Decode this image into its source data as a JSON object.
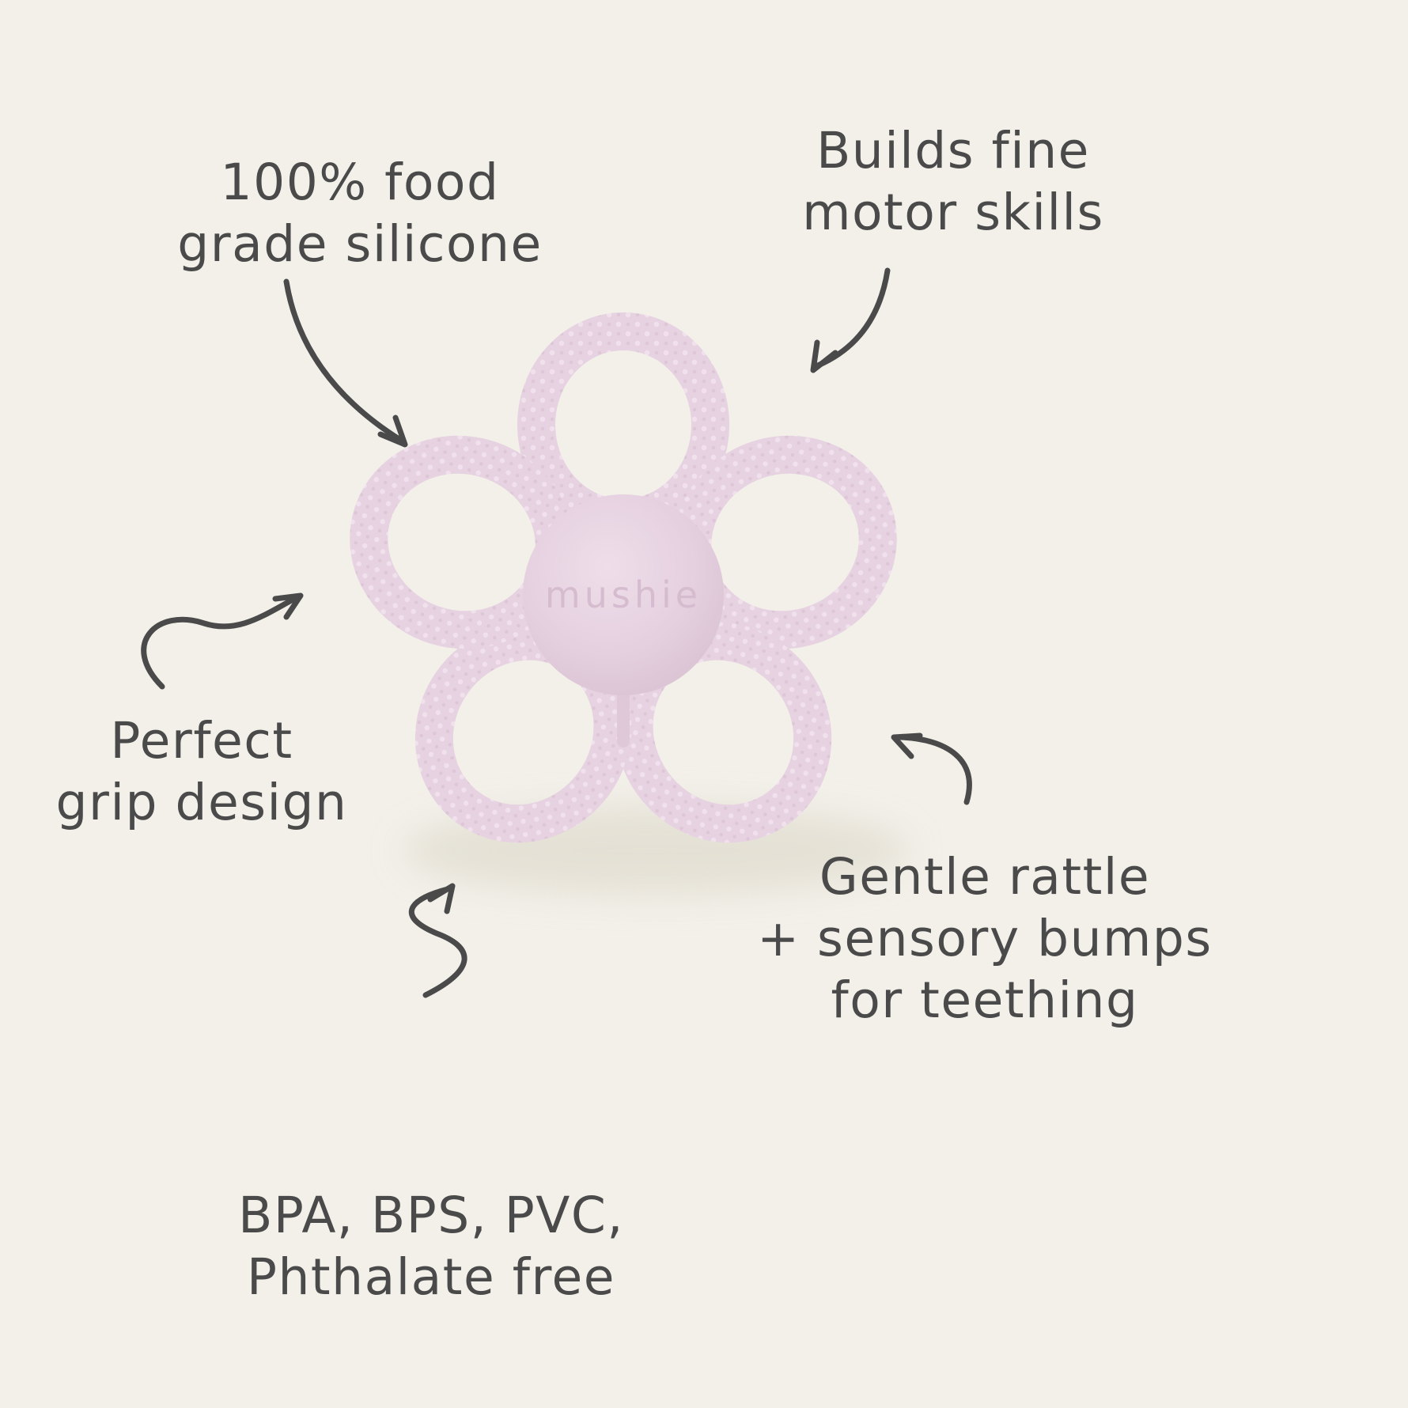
{
  "background_color": "#f2f0e9",
  "text_color": "#4a4a4a",
  "arrow_color": "#4a4a4a",
  "product": {
    "brand": "mushie",
    "petal_color": "#e6d2e1",
    "petal_bump_color": "#f1e1ed",
    "ball_color": "#e4cfde",
    "brand_text_color": "#d6bccf"
  },
  "annotations": {
    "food_grade": {
      "lines": [
        "100% food",
        "grade silicone"
      ]
    },
    "motor_skills": {
      "lines": [
        "Builds fine",
        "motor skills"
      ]
    },
    "grip": {
      "lines": [
        "Perfect",
        "grip design"
      ]
    },
    "bpa_free": {
      "lines": [
        "BPA, BPS, PVC,",
        "Phthalate free"
      ]
    },
    "rattle": {
      "lines": [
        "Gentle rattle",
        "+ sensory bumps",
        "for teething"
      ]
    }
  }
}
